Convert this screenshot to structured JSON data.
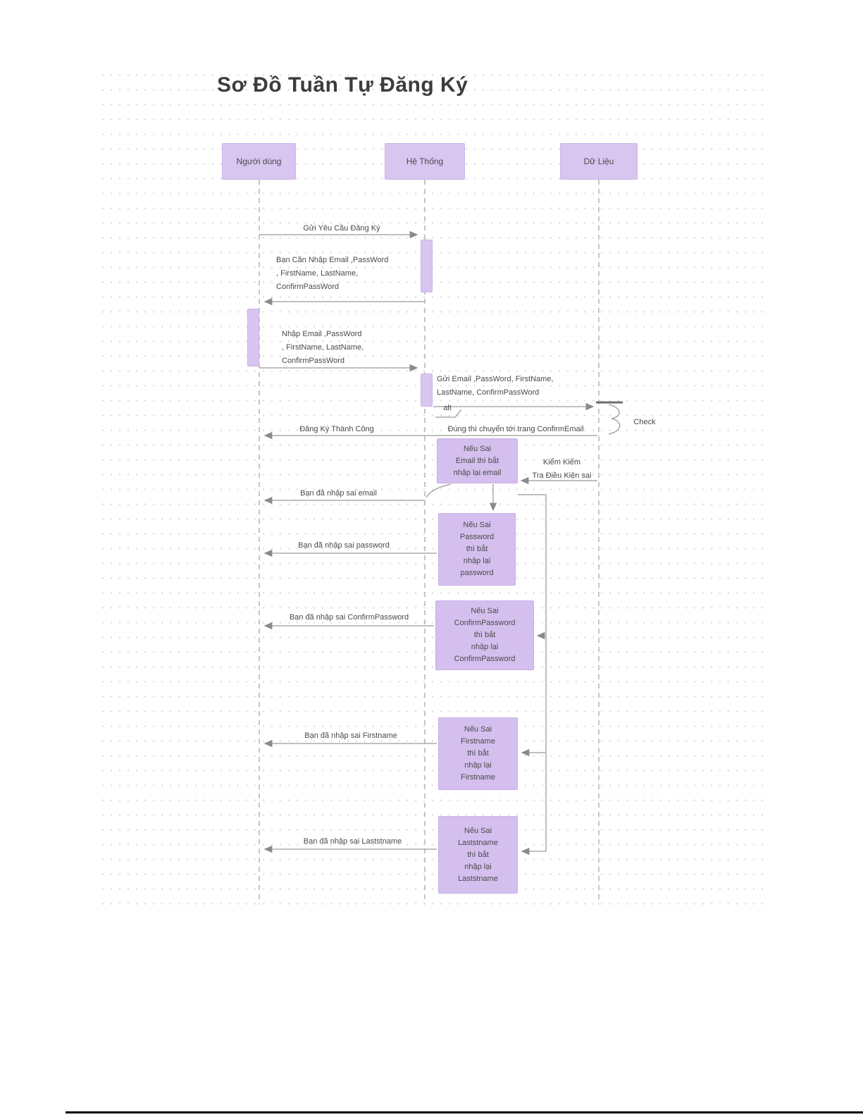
{
  "title": "Sơ Đồ Tuần Tự Đăng Ký",
  "actors": {
    "user": "Người dùng",
    "system": "Hệ Thống",
    "data": "Dữ Liệu"
  },
  "messages": {
    "request": "Gửi Yêu Cầu Đăng Ký",
    "require_fields": "Bạn Cần Nhập Email ,PassWord\n, FirstName, LastName,\nConfirmPassWord",
    "enter_fields": "Nhập Email ,PassWord\n, FirstName, LastName,\nConfirmPassWord",
    "send_fields": "Gửi Email ,PassWord, FirstName,\nLastName, ConfirmPassWord",
    "success_branch": "Đúng thì chuyển tới trang ConfirmEmail",
    "success": "Đăng Ký Thành Công",
    "error_email": "Bạn đã nhập sai email",
    "error_password": "Bạn đã nhập sai password",
    "error_confirm_password": "Bạn đã nhập sai ConfirmPassword",
    "error_firstname": "Bạn đã nhập sai Firstname",
    "error_lastname": "Bạn đã nhập sai Laststname"
  },
  "annotations": {
    "alt": "alt",
    "check": "Check",
    "condition_check": "Kiểm Kiểm\nTra Điều Kiện sai"
  },
  "notes": {
    "email": "Nếu Sai\nEmail thì bắt\nnhập lại email",
    "password": "Nếu Sai\nPassword\nthì bắt\nnhập lại\npassword",
    "confirm_password": "Nếu Sai\nConfirmPassword\nthì bắt\nnhập lại\nConfirmPassword",
    "firstname": "Nếu Sai\nFirstname\nthì bắt\nnhập lại\nFirstname",
    "lastname": "Nếu Sai\nLaststname\nthì bắt\nnhập lại\nLaststname"
  },
  "colors": {
    "actor_fill": "#d8c5f0",
    "note_fill": "#d4bfee",
    "line": "#9b9b9b",
    "text": "#4a4a4a"
  }
}
